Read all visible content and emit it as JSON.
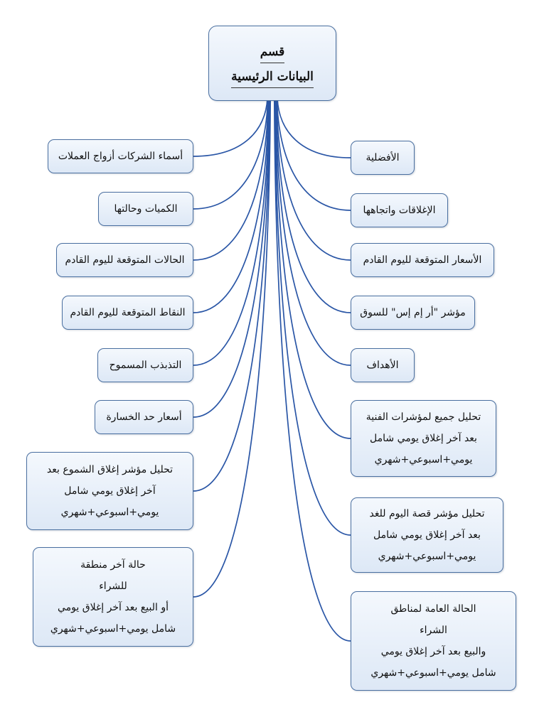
{
  "root": {
    "lines": [
      "قسم",
      "البيانات الرئيسية"
    ]
  },
  "left_nodes": [
    {
      "id": "companies-pairs",
      "lines": [
        "أسماء الشركات أزواج العملات"
      ]
    },
    {
      "id": "quantities",
      "lines": [
        "الكميات وحالتها"
      ]
    },
    {
      "id": "expected-states",
      "lines": [
        "الحالات المتوقعة لليوم القادم"
      ]
    },
    {
      "id": "expected-points",
      "lines": [
        "النقاط المتوقعة لليوم القادم"
      ]
    },
    {
      "id": "allowed-swing",
      "lines": [
        "التذبذب المسموح"
      ]
    },
    {
      "id": "stop-loss",
      "lines": [
        "أسعار حد الخسارة"
      ]
    },
    {
      "id": "candle-close-analysis",
      "lines": [
        "تحليل مؤشر إغلاق الشموع بعد",
        "آخر إغلاق يومي شامل",
        "يومي+اسبوعي+شهري"
      ]
    },
    {
      "id": "last-zone-state",
      "lines": [
        "حالة آخر منطقة",
        "للشراء",
        "أو البيع بعد آخر إغلاق يومي",
        "شامل يومي+اسبوعي+شهري"
      ]
    }
  ],
  "right_nodes": [
    {
      "id": "priority",
      "lines": [
        "الأفضلية"
      ]
    },
    {
      "id": "closes-trends",
      "lines": [
        "الإغلاقات واتجاهها"
      ]
    },
    {
      "id": "expected-prices",
      "lines": [
        "الأسعار المتوقعة لليوم القادم"
      ]
    },
    {
      "id": "rms-indicator",
      "lines": [
        "مؤشر \"أر إم إس\" للسوق"
      ]
    },
    {
      "id": "targets",
      "lines": [
        "الأهداف"
      ]
    },
    {
      "id": "technical-analysis",
      "lines": [
        "تحليل جميع لمؤشرات الفنية",
        "بعد آخر إغلاق يومي شامل",
        "يومي+اسبوعي+شهري"
      ]
    },
    {
      "id": "day-story-analysis",
      "lines": [
        "تحليل مؤشر قصة اليوم للغد",
        "بعد آخر إغلاق يومي شامل",
        "يومي+اسبوعي+شهري"
      ]
    },
    {
      "id": "general-zone-state",
      "lines": [
        "الحالة العامة لمناطق",
        "الشراء",
        "والبيع بعد آخر إغلاق يومي",
        "شامل يومي+اسبوعي+شهري"
      ]
    }
  ],
  "colors": {
    "link": "#2a56a6",
    "border": "#4a6fa0",
    "fill_top": "#f4f8fd",
    "fill_bottom": "#dde8f6"
  }
}
